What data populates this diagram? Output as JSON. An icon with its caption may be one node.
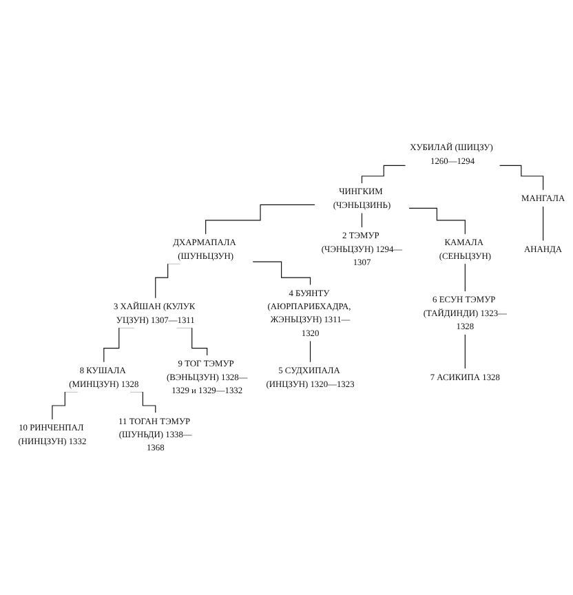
{
  "diagram": {
    "nodes": [
      {
        "text": [
          "ХУБИЛАЙ (ШИЦЗУ) 1260—1294"
        ]
      },
      {
        "text": [
          "ЧИНГКИМ (ЧЭНЬЦЗИНЬ)"
        ]
      },
      {
        "text": [
          "МАНГАЛА"
        ]
      },
      {
        "text": [
          "АНАНДА"
        ]
      },
      {
        "text": [
          "ДХАРМАПАЛА (ШУНЬЦЗУН)"
        ]
      },
      {
        "text": [
          "2 ТЭМУР (ЧЭНЬЦЗУН) 1294—1307"
        ]
      },
      {
        "text": [
          "КАМАЛА (СЕНЬЦЗУН)"
        ]
      },
      {
        "text": [
          "3 ХАЙШАН (КУЛУК УЦЗУН) 1307—1311"
        ]
      },
      {
        "text": [
          "4 БУЯНТУ (АЮРПАРИБХАДРА, ЖЭНЬЦЗУН) 1311—1320"
        ]
      },
      {
        "text": [
          "5 СУДХИПАЛА (ИНЦЗУН) 1320—1323"
        ]
      },
      {
        "text": [
          "6 ЕСУН ТЭМУР (ТАЙДИНДИ) 1323—1328"
        ]
      },
      {
        "text": [
          "7 АСИКИПА 1328"
        ]
      },
      {
        "text": [
          "8 КУШАЛА (МИНЦЗУН) 1328"
        ]
      },
      {
        "text": [
          "9 ТОГ ТЭМУР (ВЭНЬЦЗУН) 1328—1329 и 1329—1332"
        ]
      },
      {
        "text": [
          "10 РИНЧЕНПАЛ (НИНЦЗУН) 1332"
        ]
      },
      {
        "text": [
          "11 ТОГАН ТЭМУР (ШУНЬДИ) 1338—1368"
        ]
      }
    ],
    "edges": [
      {
        "from": 0,
        "to": 1,
        "arrow": "none"
      },
      {
        "from": 0,
        "to": 2,
        "arrow": "none"
      },
      {
        "from": 2,
        "to": 3,
        "arrow": "none"
      },
      {
        "from": 1,
        "to": 4,
        "arrow": "none"
      },
      {
        "from": 1,
        "to": 5,
        "arrow": "none"
      },
      {
        "from": 1,
        "to": 6,
        "arrow": "none"
      },
      {
        "from": 4,
        "to": 7,
        "arrow": "none"
      },
      {
        "from": 4,
        "to": 8,
        "arrow": "none"
      },
      {
        "from": 8,
        "to": 9,
        "arrow": "none"
      },
      {
        "from": 6,
        "to": 10,
        "arrow": "none"
      },
      {
        "from": 10,
        "to": 11,
        "arrow": "none"
      },
      {
        "from": 7,
        "to": 12,
        "arrow": "none"
      },
      {
        "from": 7,
        "to": 13,
        "arrow": "none"
      },
      {
        "from": 12,
        "to": 14,
        "arrow": "none"
      },
      {
        "from": 12,
        "to": 15,
        "arrow": "none"
      }
    ]
  }
}
